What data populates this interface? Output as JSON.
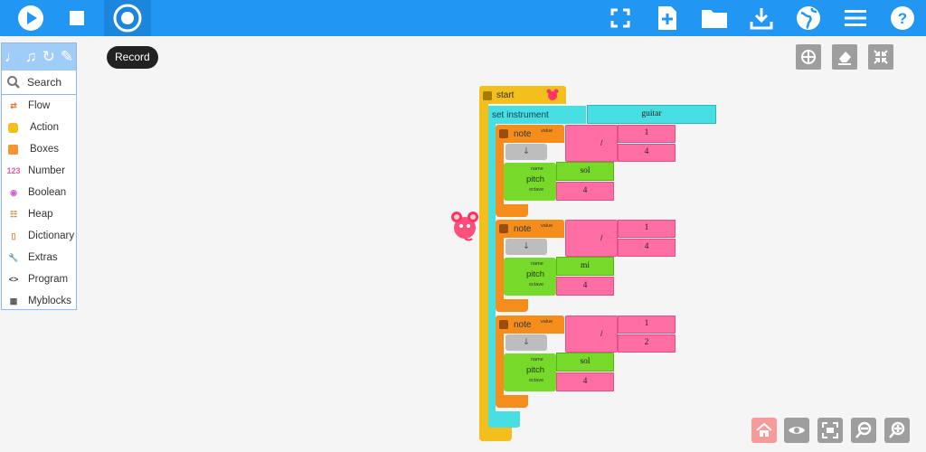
{
  "toolbar": {
    "play_icon": "play-icon",
    "stop_icon": "stop-icon",
    "record_icon": "record-icon",
    "record_tooltip": "Record",
    "right_icons": [
      "fullscreen-icon",
      "new-project-icon",
      "open-folder-icon",
      "download-icon",
      "planet-icon",
      "menu-icon",
      "help-icon"
    ]
  },
  "palette": {
    "header_icons": [
      "notes-icon",
      "rhythm-icon",
      "refresh-icon",
      "pen-icon"
    ],
    "search_label": "Search",
    "items": [
      {
        "label": "Flow",
        "color": "#e4793b"
      },
      {
        "label": "Action",
        "color": "#f3bf1c"
      },
      {
        "label": "Boxes",
        "color": "#f59432"
      },
      {
        "label": "Number",
        "color": "#ef5b98"
      },
      {
        "label": "Boolean",
        "color": "#d45fd0"
      },
      {
        "label": "Heap",
        "color": "#c98a3c"
      },
      {
        "label": "Dictionary",
        "color": "#e9833b"
      },
      {
        "label": "Extras",
        "color": "#777777"
      },
      {
        "label": "Program",
        "color": "#444444"
      },
      {
        "label": "Myblocks",
        "color": "#555555"
      }
    ]
  },
  "program": {
    "start_label": "start",
    "set_instrument_label": "set instrument",
    "instrument_value": "guitar",
    "note_label": "note",
    "value_label": "value",
    "pitch_label": "pitch",
    "name_label": "name",
    "octave_label": "octave",
    "divide_symbol": "/",
    "arrow_symbol": "↓",
    "notes": [
      {
        "numerator": "1",
        "denominator": "4",
        "pitch_name": "sol",
        "octave": "4"
      },
      {
        "numerator": "1",
        "denominator": "4",
        "pitch_name": "mi",
        "octave": "4"
      },
      {
        "numerator": "1",
        "denominator": "2",
        "pitch_name": "sol",
        "octave": "4"
      }
    ]
  },
  "canvas_controls": [
    "grid-icon",
    "eraser-icon",
    "collapse-icon"
  ],
  "bottom_controls": [
    "home-icon",
    "eye-icon",
    "expand-icon",
    "zoom-out-icon",
    "zoom-in-icon"
  ],
  "colors": {
    "topbar": "#2196f3",
    "start_block": "#f3bf1c",
    "instrument_block": "#47dfe2",
    "note_block": "#f48d1b",
    "number_block": "#ff6ea3",
    "pitch_block": "#77d92a"
  }
}
